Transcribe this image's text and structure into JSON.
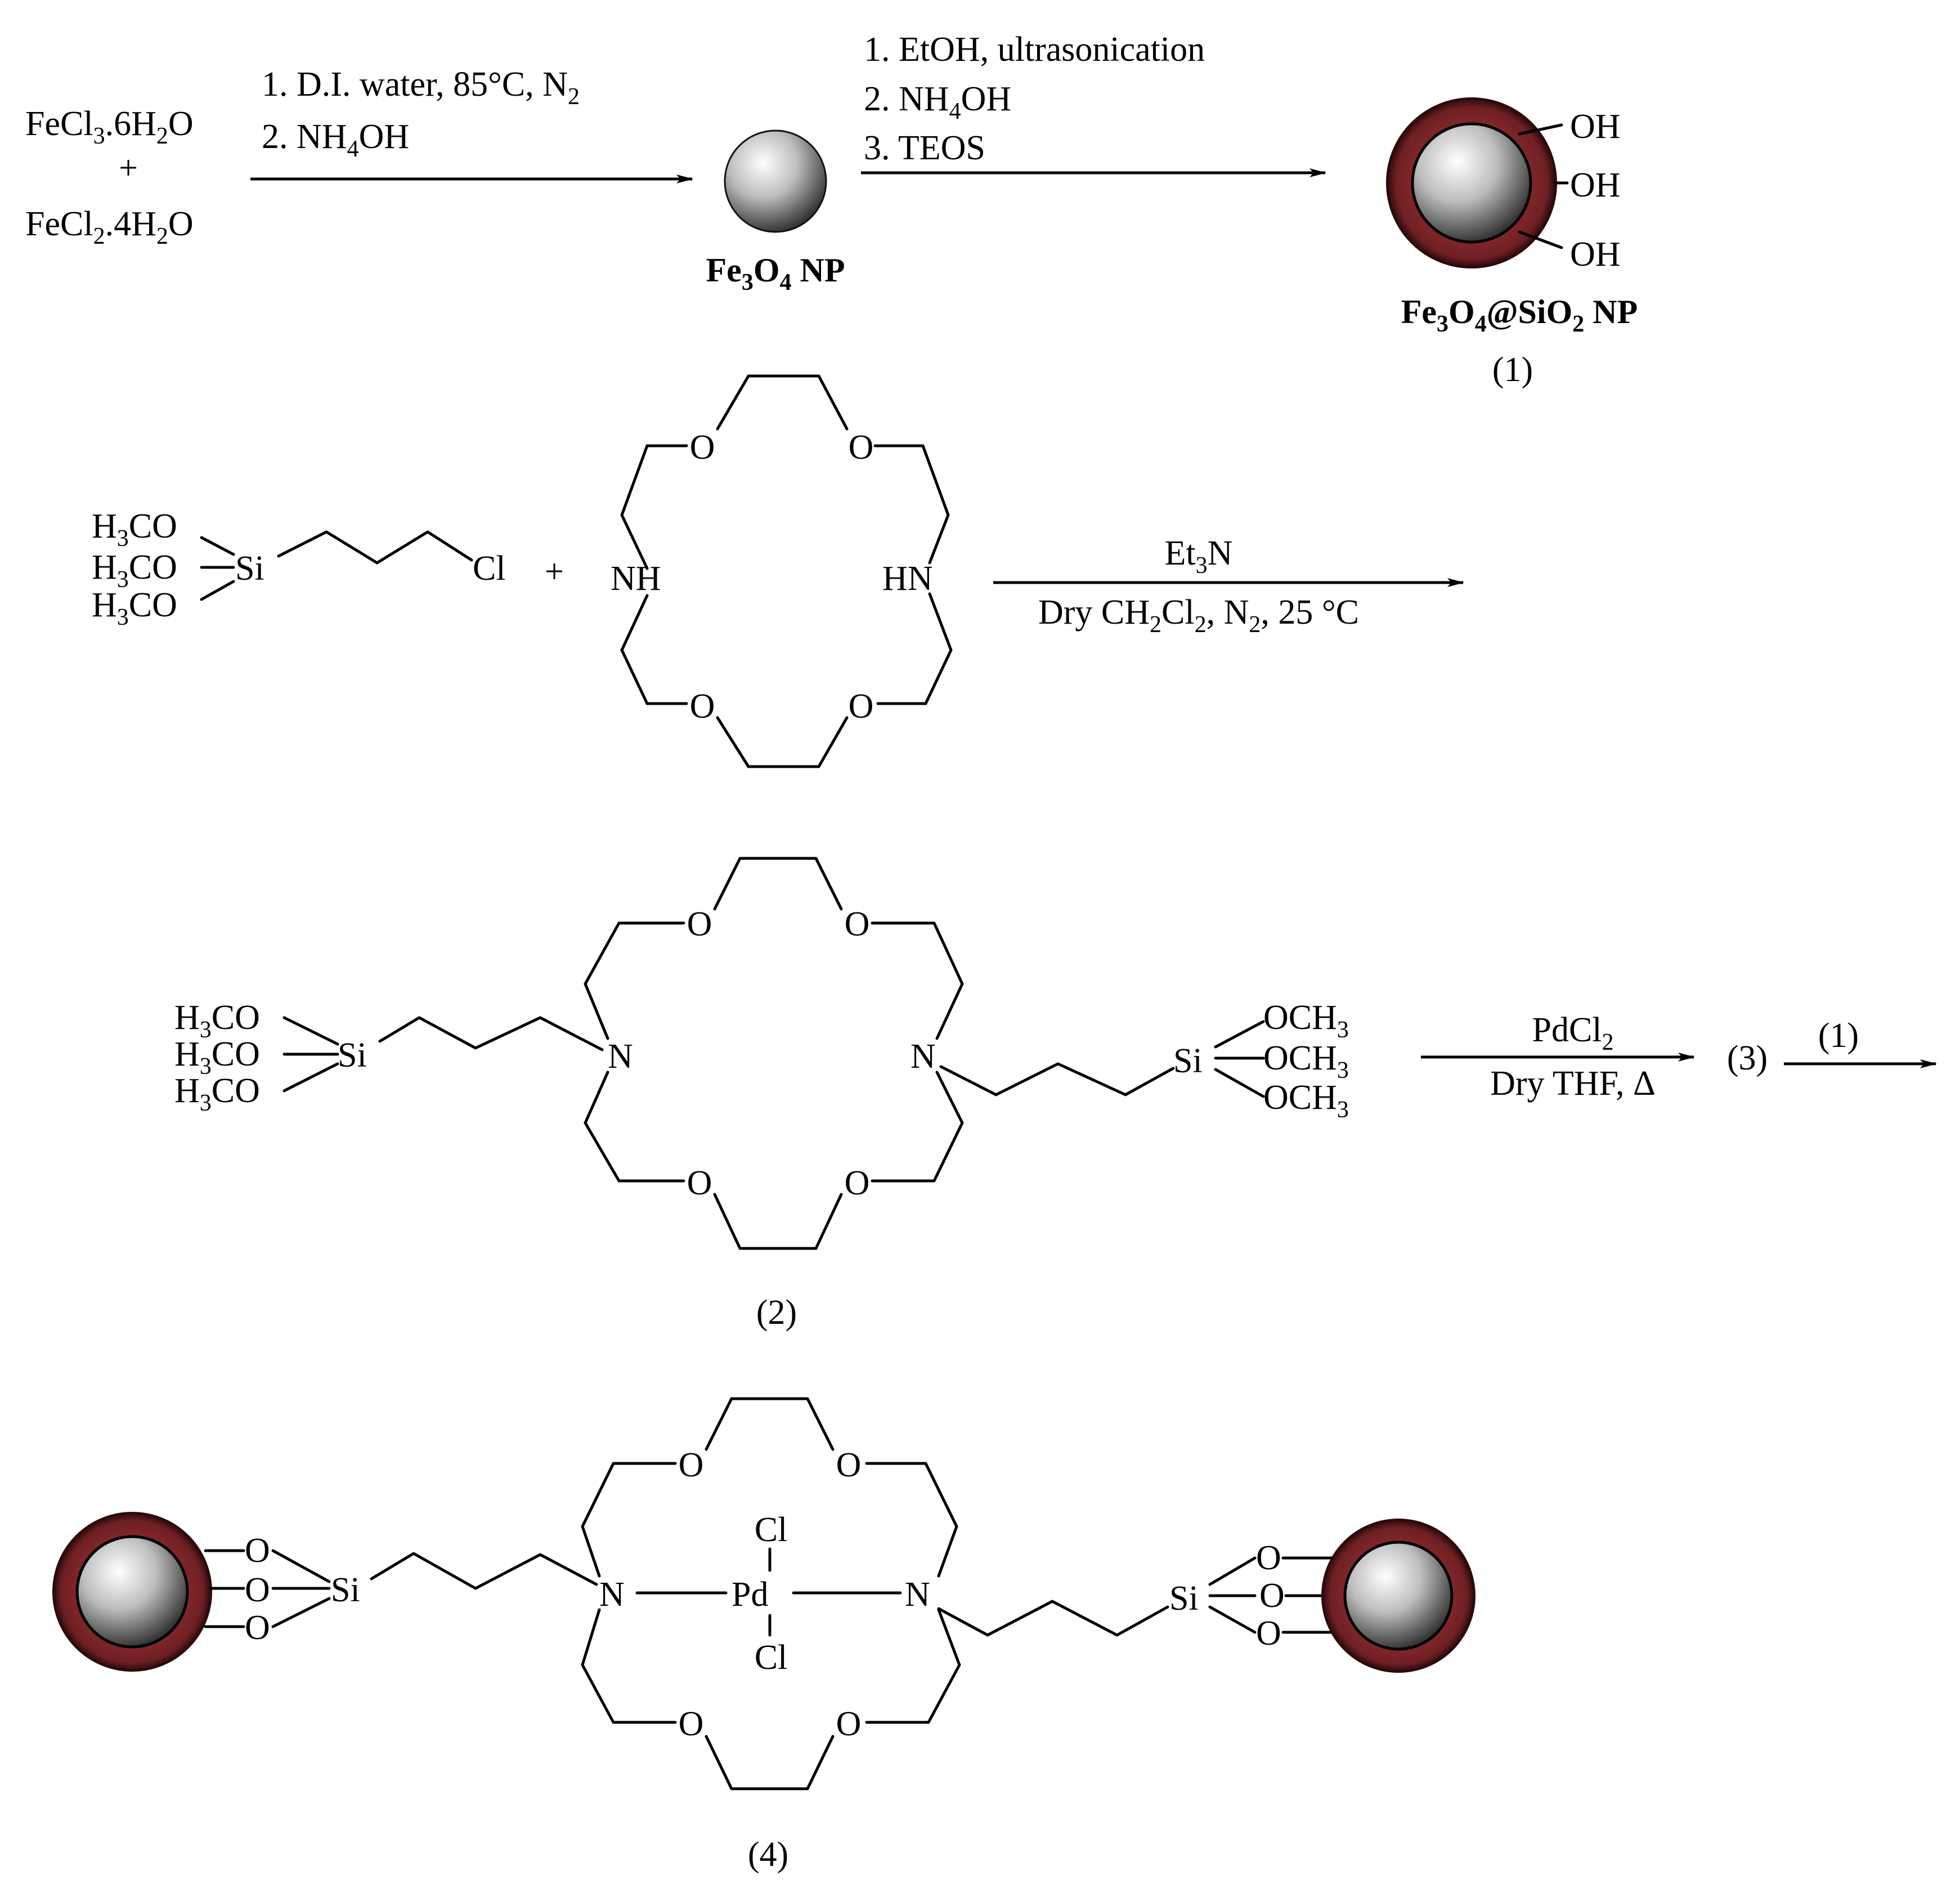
{
  "colors": {
    "shell": "#6e1f22",
    "shell_edge": "#2a0a0b",
    "core_light": "#ffffff",
    "core_dark": "#1e1e1e"
  },
  "icons": {
    "nanoparticle": "nanoparticle-icon",
    "core_shell": "core-shell-nanoparticle-icon",
    "arrow": "reaction-arrow"
  },
  "step1": {
    "reactant1": {
      "a": "FeCl",
      "s1": "3",
      "b": ".6H",
      "s2": "2",
      "c": "O"
    },
    "plus": "+",
    "reactant2": {
      "a": "FeCl",
      "s1": "2",
      "b": ".4H",
      "s2": "2",
      "c": "O"
    },
    "cond1": {
      "a": "1. D.I. water, 85°C, N",
      "s": "2"
    },
    "cond2": {
      "a": "2. NH",
      "s": "4",
      "b": "OH"
    },
    "product": {
      "a": "Fe",
      "s1": "3",
      "b": "O",
      "s2": "4",
      "c": " NP"
    }
  },
  "step2": {
    "cond1": "1. EtOH, ultrasonication",
    "cond2": {
      "a": "2. NH",
      "s": "4",
      "b": "OH"
    },
    "cond3": "3. TEOS",
    "oh": [
      "OH",
      "OH",
      "OH"
    ],
    "product": {
      "a": "Fe",
      "s1": "3",
      "b": "O",
      "s2": "4",
      "c": "@SiO",
      "s3": "2",
      "d": " NP"
    },
    "number": "(1)"
  },
  "step3": {
    "methoxy": [
      {
        "a": "H",
        "s": "3",
        "b": "CO"
      },
      {
        "a": "H",
        "s": "3",
        "b": "CO"
      },
      {
        "a": "H",
        "s": "3",
        "b": "CO"
      }
    ],
    "si": "Si",
    "cl": "Cl",
    "plus": "+",
    "crown_o": [
      "O",
      "O",
      "O",
      "O"
    ],
    "nh_left": "NH",
    "nh_right": "HN",
    "cond_top": {
      "a": "Et",
      "s": "3",
      "b": "N"
    },
    "cond_bottom": {
      "a": "Dry CH",
      "s1": "2",
      "b": "Cl",
      "s2": "2",
      "c": ", N",
      "s3": "2",
      "d": ", 25 °C"
    }
  },
  "step4": {
    "methoxy_left": [
      {
        "a": "H",
        "s": "3",
        "b": "CO"
      },
      {
        "a": "H",
        "s": "3",
        "b": "CO"
      },
      {
        "a": "H",
        "s": "3",
        "b": "CO"
      }
    ],
    "si_left": "Si",
    "crown_o": [
      "O",
      "O",
      "O",
      "O"
    ],
    "n_left": "N",
    "n_right": "N",
    "si_right": "Si",
    "methoxy_right": [
      {
        "a": "OCH",
        "s": "3"
      },
      {
        "a": "OCH",
        "s": "3"
      },
      {
        "a": "OCH",
        "s": "3"
      }
    ],
    "cond_top": {
      "a": "PdCl",
      "s": "2"
    },
    "cond_bottom": "Dry THF, Δ",
    "intermediate": "(3)",
    "reagent": "(1)",
    "number": "(2)"
  },
  "step5": {
    "o_left": [
      "O",
      "O",
      "O"
    ],
    "si_left": "Si",
    "crown_o": [
      "O",
      "O",
      "O",
      "O"
    ],
    "n_left": "N",
    "pd": "Pd",
    "cl_top": "Cl",
    "cl_bottom": "Cl",
    "n_right": "N",
    "si_right": "Si",
    "o_right": [
      "O",
      "O",
      "O"
    ],
    "number": "(4)"
  }
}
